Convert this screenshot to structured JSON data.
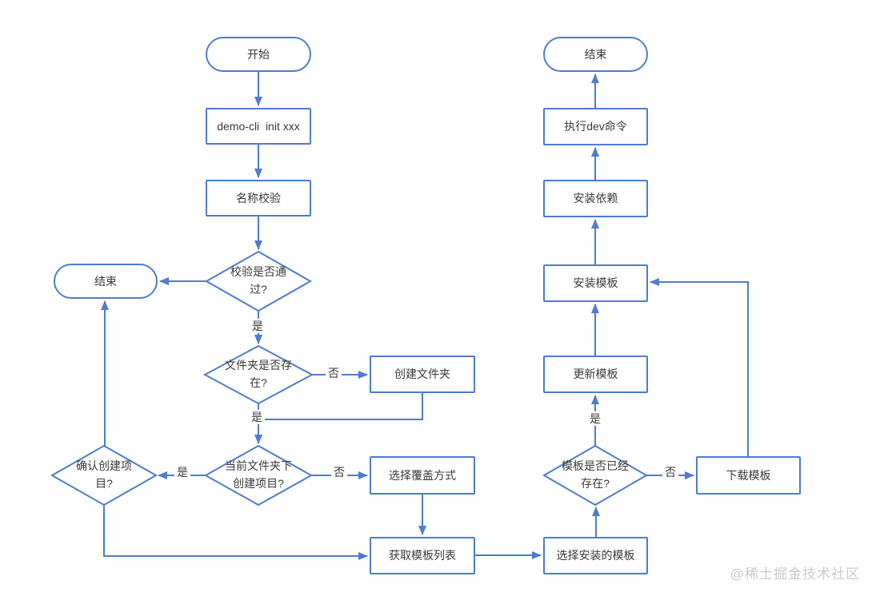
{
  "diagram": {
    "watermark": "@稀土掘金技术社区",
    "colors": {
      "line": "#4d7cd0",
      "shape_fill": "#ffffff",
      "text": "#3a3a3a",
      "watermark": "#cbcbcb"
    },
    "nodes": {
      "start": {
        "label": "开始",
        "type": "terminator"
      },
      "init_command": {
        "label": "demo-cli  init xxx",
        "type": "process"
      },
      "name_check": {
        "label": "名称校验",
        "type": "process"
      },
      "check_pass": {
        "label": "校验是否通过?",
        "type": "decision"
      },
      "end_left": {
        "label": "结束",
        "type": "terminator"
      },
      "folder_exists": {
        "label": "文件夹是否存在?",
        "type": "decision"
      },
      "create_folder": {
        "label": "创建文件夹",
        "type": "process"
      },
      "create_in_current": {
        "label": "当前文件夹下创建项目?",
        "type": "decision"
      },
      "confirm_create": {
        "label": "确认创建项目?",
        "type": "decision"
      },
      "choose_overwrite": {
        "label": "选择覆盖方式",
        "type": "process"
      },
      "fetch_templates": {
        "label": "获取模板列表",
        "type": "process"
      },
      "choose_template": {
        "label": "选择安装的模板",
        "type": "process"
      },
      "template_exists": {
        "label": "模板是否已经存在?",
        "type": "decision"
      },
      "download_template": {
        "label": "下载模板",
        "type": "process"
      },
      "update_template": {
        "label": "更新模板",
        "type": "process"
      },
      "install_template": {
        "label": "安装模板",
        "type": "process"
      },
      "install_deps": {
        "label": "安装依赖",
        "type": "process"
      },
      "run_dev": {
        "label": "执行dev命令",
        "type": "process"
      },
      "end_right": {
        "label": "结束",
        "type": "terminator"
      }
    },
    "edge_labels": {
      "check_pass_yes": "是",
      "folder_exists_no": "否",
      "folder_exists_yes": "是",
      "create_in_current_yes": "是",
      "create_in_current_no": "否",
      "template_exists_yes": "是",
      "template_exists_no": "否"
    }
  }
}
